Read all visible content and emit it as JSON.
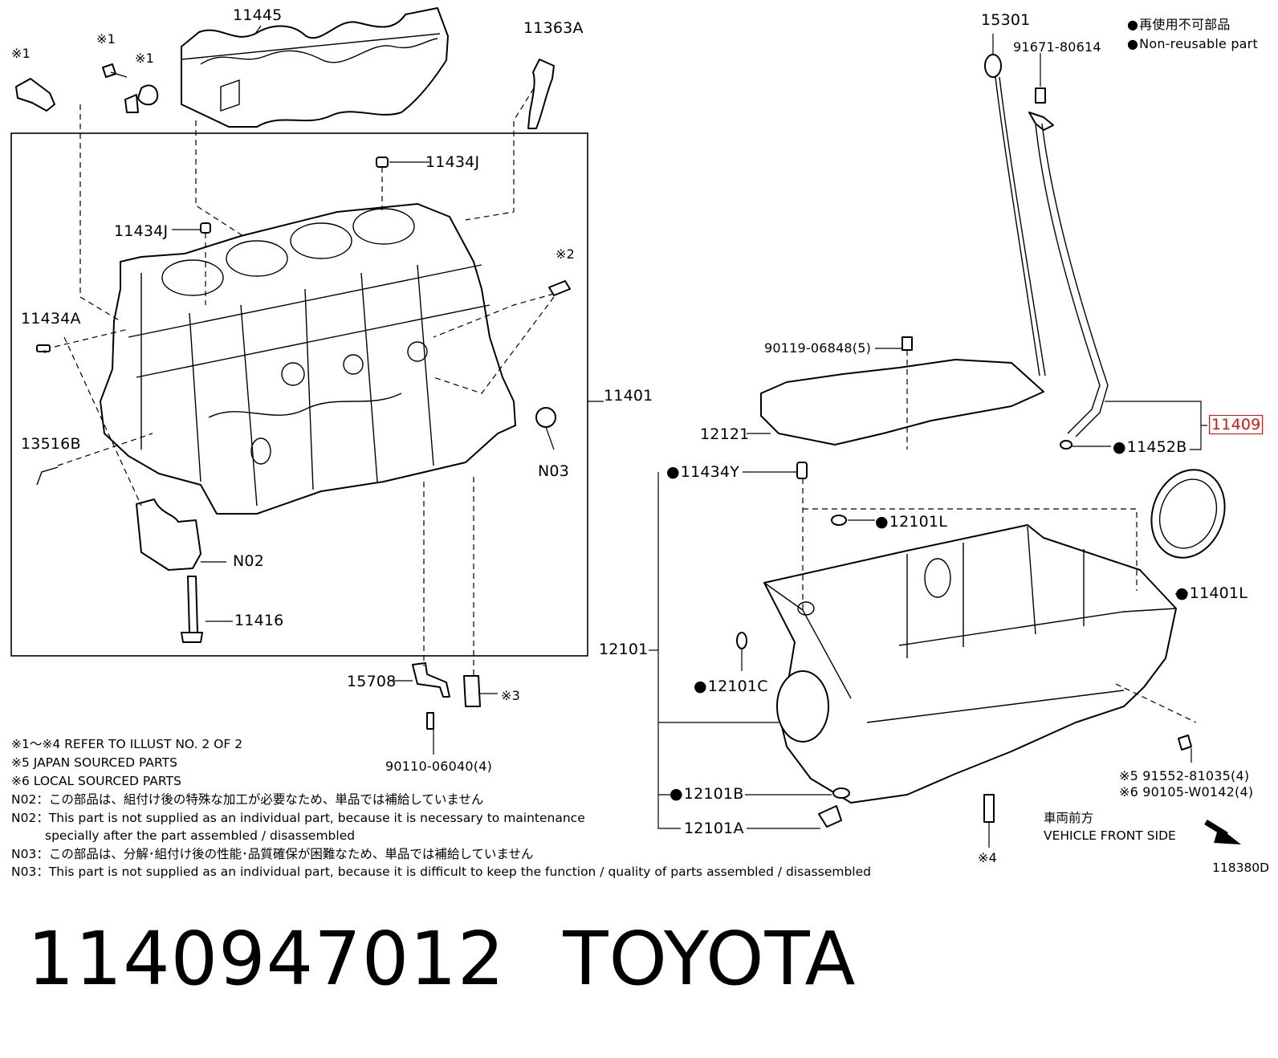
{
  "legend": {
    "jp": "再使用不可部品",
    "en": "Non-reusable part"
  },
  "callouts": {
    "p11445": "11445",
    "p11363A": "11363A",
    "p11434J_top": "11434J",
    "p11434J_left": "11434J",
    "p11434A": "11434A",
    "p13516B": "13516B",
    "p11401": "11401",
    "pN03": "N03",
    "pN02": "N02",
    "p11416": "11416",
    "p15708": "15708",
    "p90110": "90110-06040(4)",
    "ref1a": "※1",
    "ref1b": "※1",
    "ref1c": "※1",
    "ref2": "※2",
    "ref3": "※3",
    "ref4": "※4",
    "p15301": "15301",
    "p91671": "91671-80614",
    "p90119": "90119-06848(5)",
    "p12121": "12121",
    "p11409": "11409",
    "p11452B": "11452B",
    "p11434Y": "11434Y",
    "p12101L": "12101L",
    "p11401L": "11401L",
    "p12101": "12101",
    "p12101C": "12101C",
    "p12101B": "12101B",
    "p12101A": "12101A",
    "p91552": "※5 91552-81035(4)",
    "p90105": "※6 90105-W0142(4)",
    "front_jp": "車両前方",
    "front_en": "VEHICLE FRONT SIDE",
    "drawing_id": "118380D"
  },
  "notes": [
    "※1～※4  REFER TO ILLUST NO. 2 OF 2",
    "※5 JAPAN SOURCED PARTS",
    "※6 LOCAL SOURCED PARTS",
    "N02：この部品は、組付け後の特殊な加工が必要なため、単品では補給していません",
    "N02：This part is not supplied as an individual part, because it is necessary to maintenance",
    "specially after the part assembled / disassembled",
    "N03：この部品は、分解･組付け後の性能･品質確保が困難なため、単品では補給していません",
    "N03：This part is not supplied as an individual part, because it is difficult to keep the function / quality of parts  assembled / disassembled"
  ],
  "caption": {
    "part_number": "1140947012",
    "brand": "TOYOTA"
  },
  "highlight_color": "#e01010"
}
